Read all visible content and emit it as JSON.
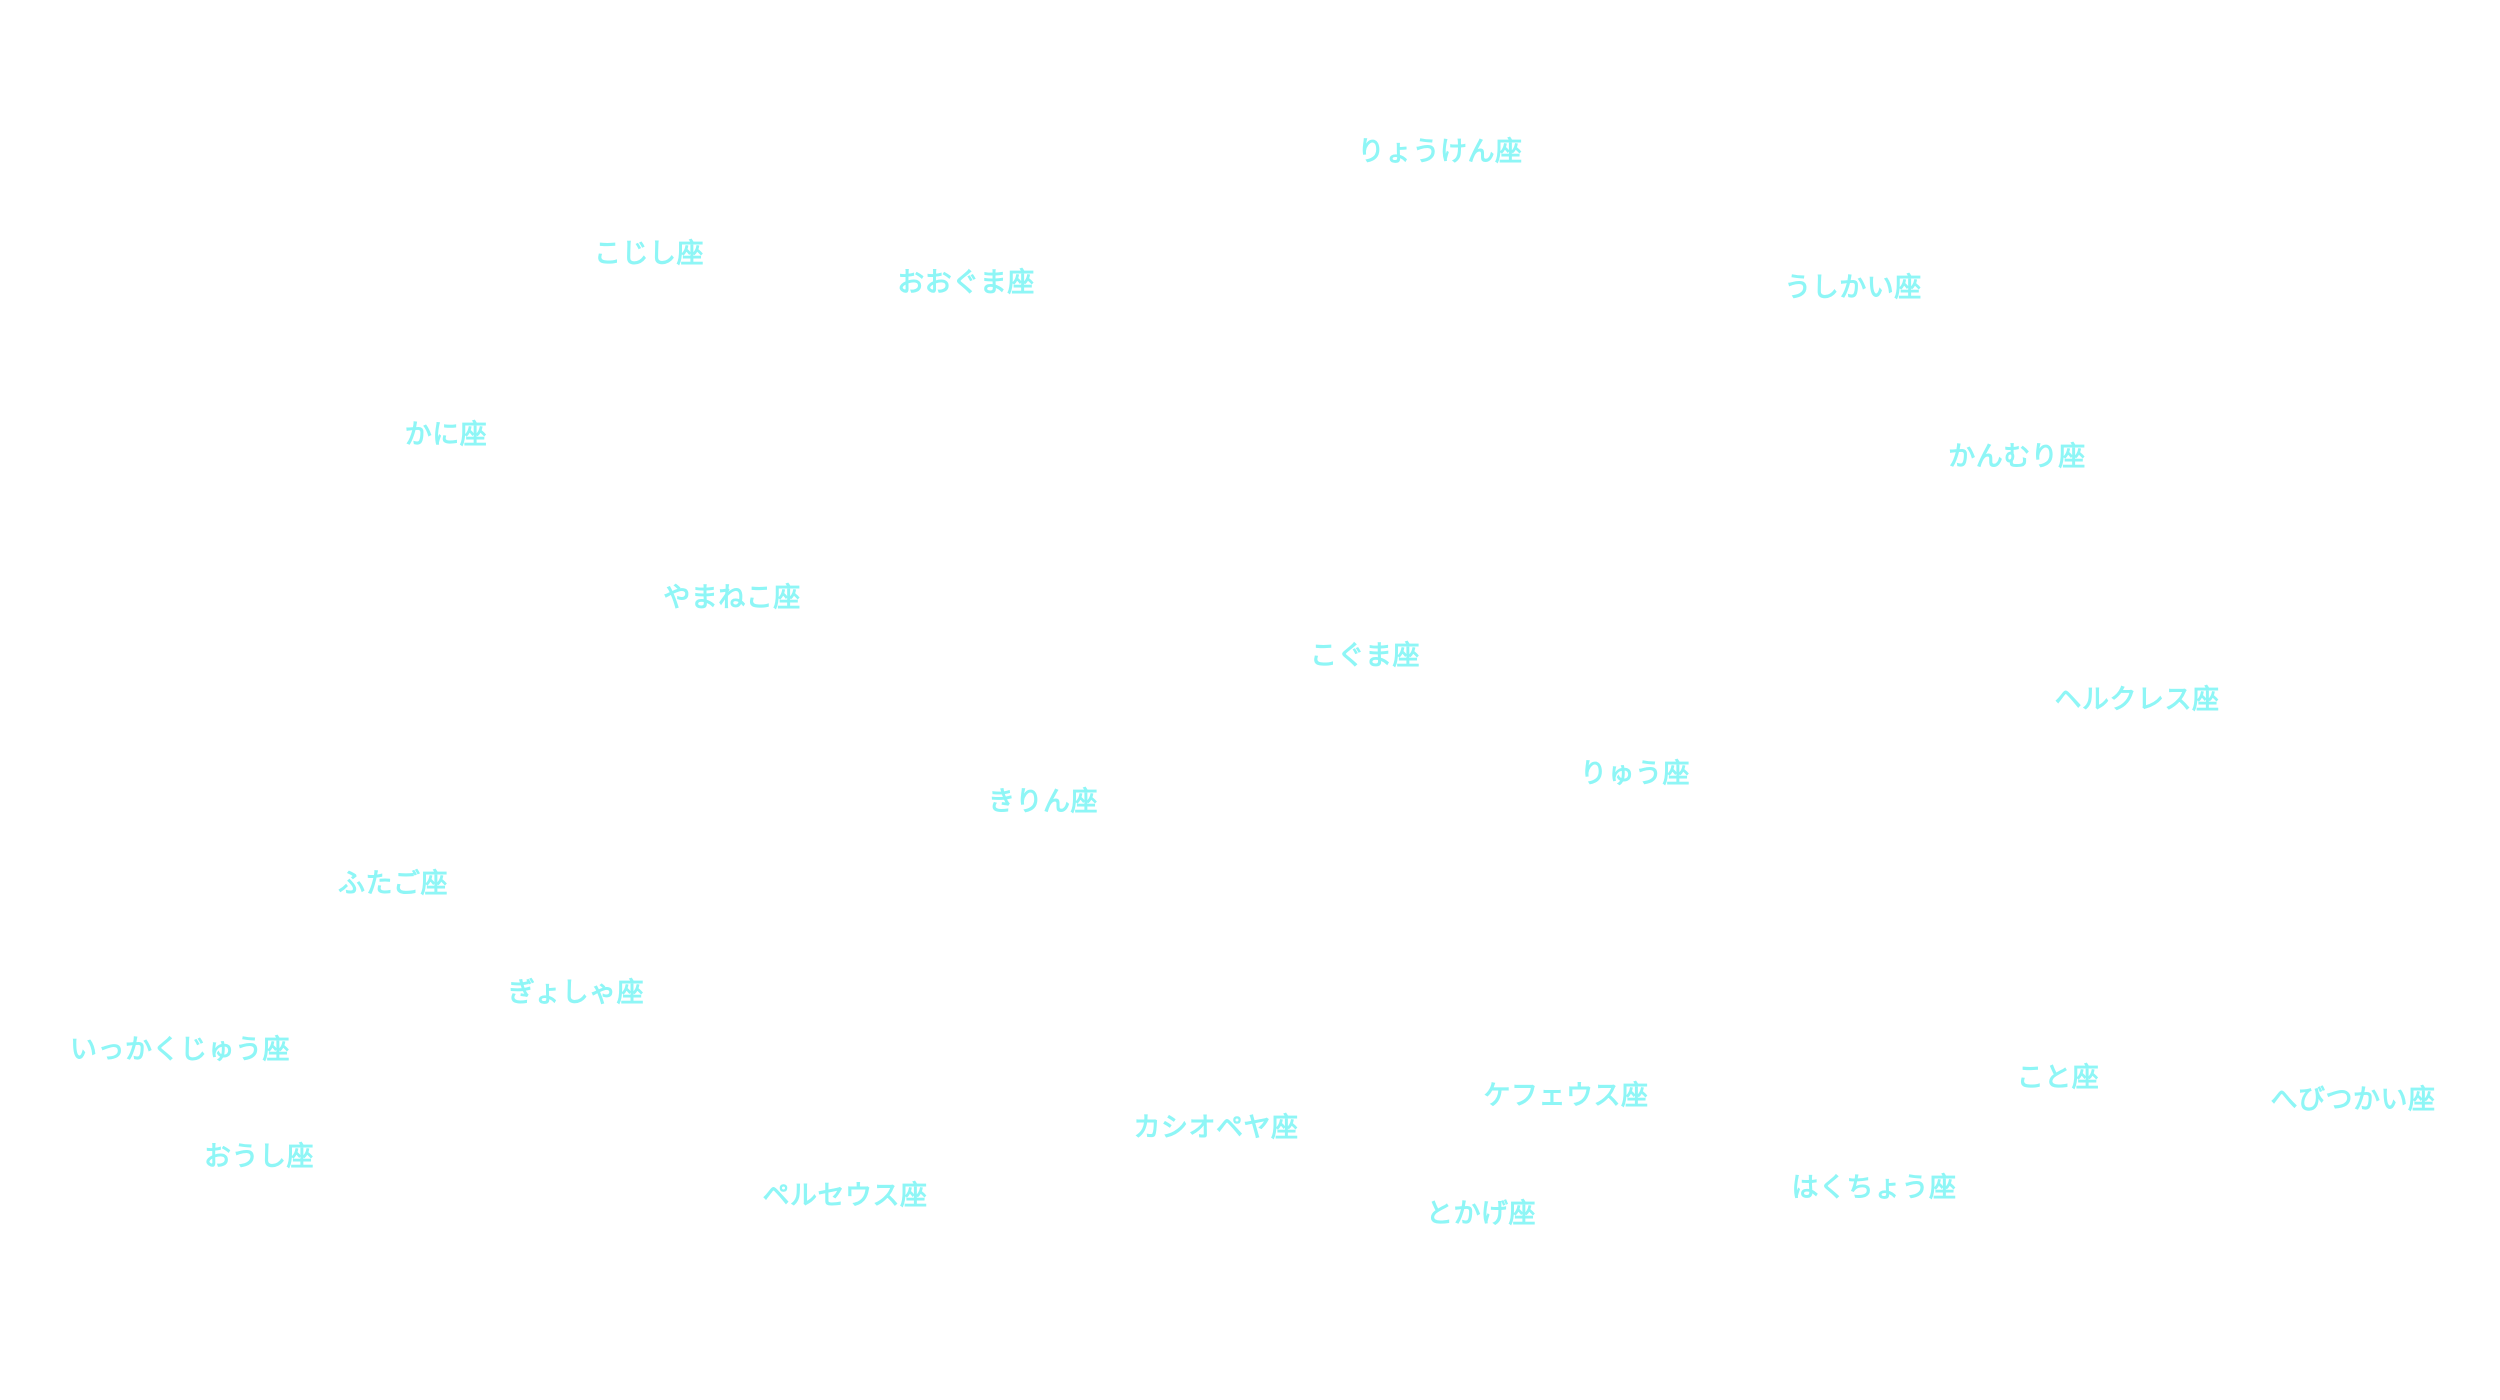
{
  "label_color": "#8ef6f6",
  "constellations": [
    {
      "id": "canes-venatici",
      "label": "りょうけん座"
    },
    {
      "id": "leo-minor",
      "label": "こじし座"
    },
    {
      "id": "ursa-major",
      "label": "おおぐま座"
    },
    {
      "id": "bootes",
      "label": "うしかい座"
    },
    {
      "id": "cancer",
      "label": "かに座"
    },
    {
      "id": "corona-borealis",
      "label": "かんむり座"
    },
    {
      "id": "lynx",
      "label": "やまねこ座"
    },
    {
      "id": "ursa-minor",
      "label": "こぐま座"
    },
    {
      "id": "hercules",
      "label": "ヘルクレス座"
    },
    {
      "id": "draco",
      "label": "りゅう座"
    },
    {
      "id": "camelopardalis",
      "label": "きりん座"
    },
    {
      "id": "gemini",
      "label": "ふたご座"
    },
    {
      "id": "auriga",
      "label": "ぎょしゃ座"
    },
    {
      "id": "monoceros",
      "label": "いっかくじゅう座"
    },
    {
      "id": "lyra",
      "label": "こと座"
    },
    {
      "id": "cepheus",
      "label": "ケフェウス座"
    },
    {
      "id": "ophiuchus",
      "label": "へびつかい座"
    },
    {
      "id": "cassiopeia",
      "label": "カシオペヤ座"
    },
    {
      "id": "taurus",
      "label": "おうし座"
    },
    {
      "id": "cygnus",
      "label": "はくちょう座"
    },
    {
      "id": "perseus",
      "label": "ペルセウス座"
    },
    {
      "id": "lacerta",
      "label": "とかげ座"
    }
  ]
}
